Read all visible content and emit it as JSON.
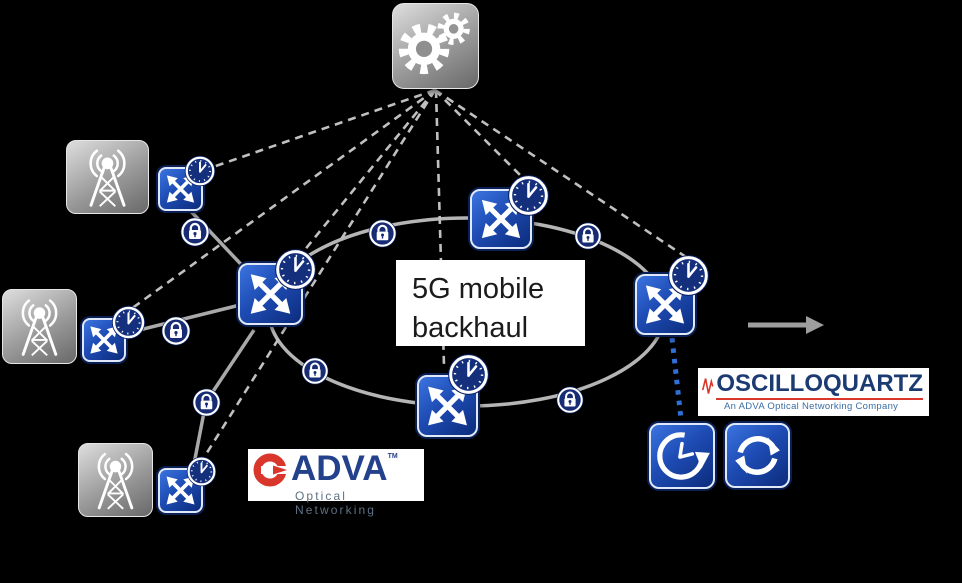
{
  "label_box": {
    "text": "5G mobile backhaul"
  },
  "adva_logo": {
    "brand": "ADVA",
    "trademark": "TM",
    "tagline": "Optical Networking"
  },
  "oscilloquartz_logo": {
    "brand": "OSCILLOQUARTZ",
    "tagline": "An ADVA Optical Networking Company"
  },
  "colors": {
    "background": "#000000",
    "node_blue_light": "#3b74e0",
    "node_blue_dark": "#0c2c7c",
    "clock_face_navy": "#142f7c",
    "tower_box_light": "#dedede",
    "tower_box_dark": "#686868",
    "link_gray": "#a9a9a9",
    "dashed_gray": "#c0c0c0",
    "ring_gray": "#b5b5b5",
    "sync_link_blue": "#2f6fd6",
    "arrow_gray": "#9e9e9e",
    "adva_navy": "#24418c",
    "adva_red": "#d9372b",
    "adva_tagline_gray": "#5e7185",
    "oscilloquartz_navy": "#1d3b73",
    "oscilloquartz_blue": "#3a6ea5"
  },
  "icons": {
    "management": "gears-icon",
    "cell_site": "cell-tower-icon",
    "network_node": "crossed-arrows-switch-icon",
    "timing": "clock-icon",
    "encryption": "padlock-icon",
    "sync_history": "clock-history-icon",
    "sync": "sync-arrows-icon",
    "direction": "right-arrow-icon"
  }
}
